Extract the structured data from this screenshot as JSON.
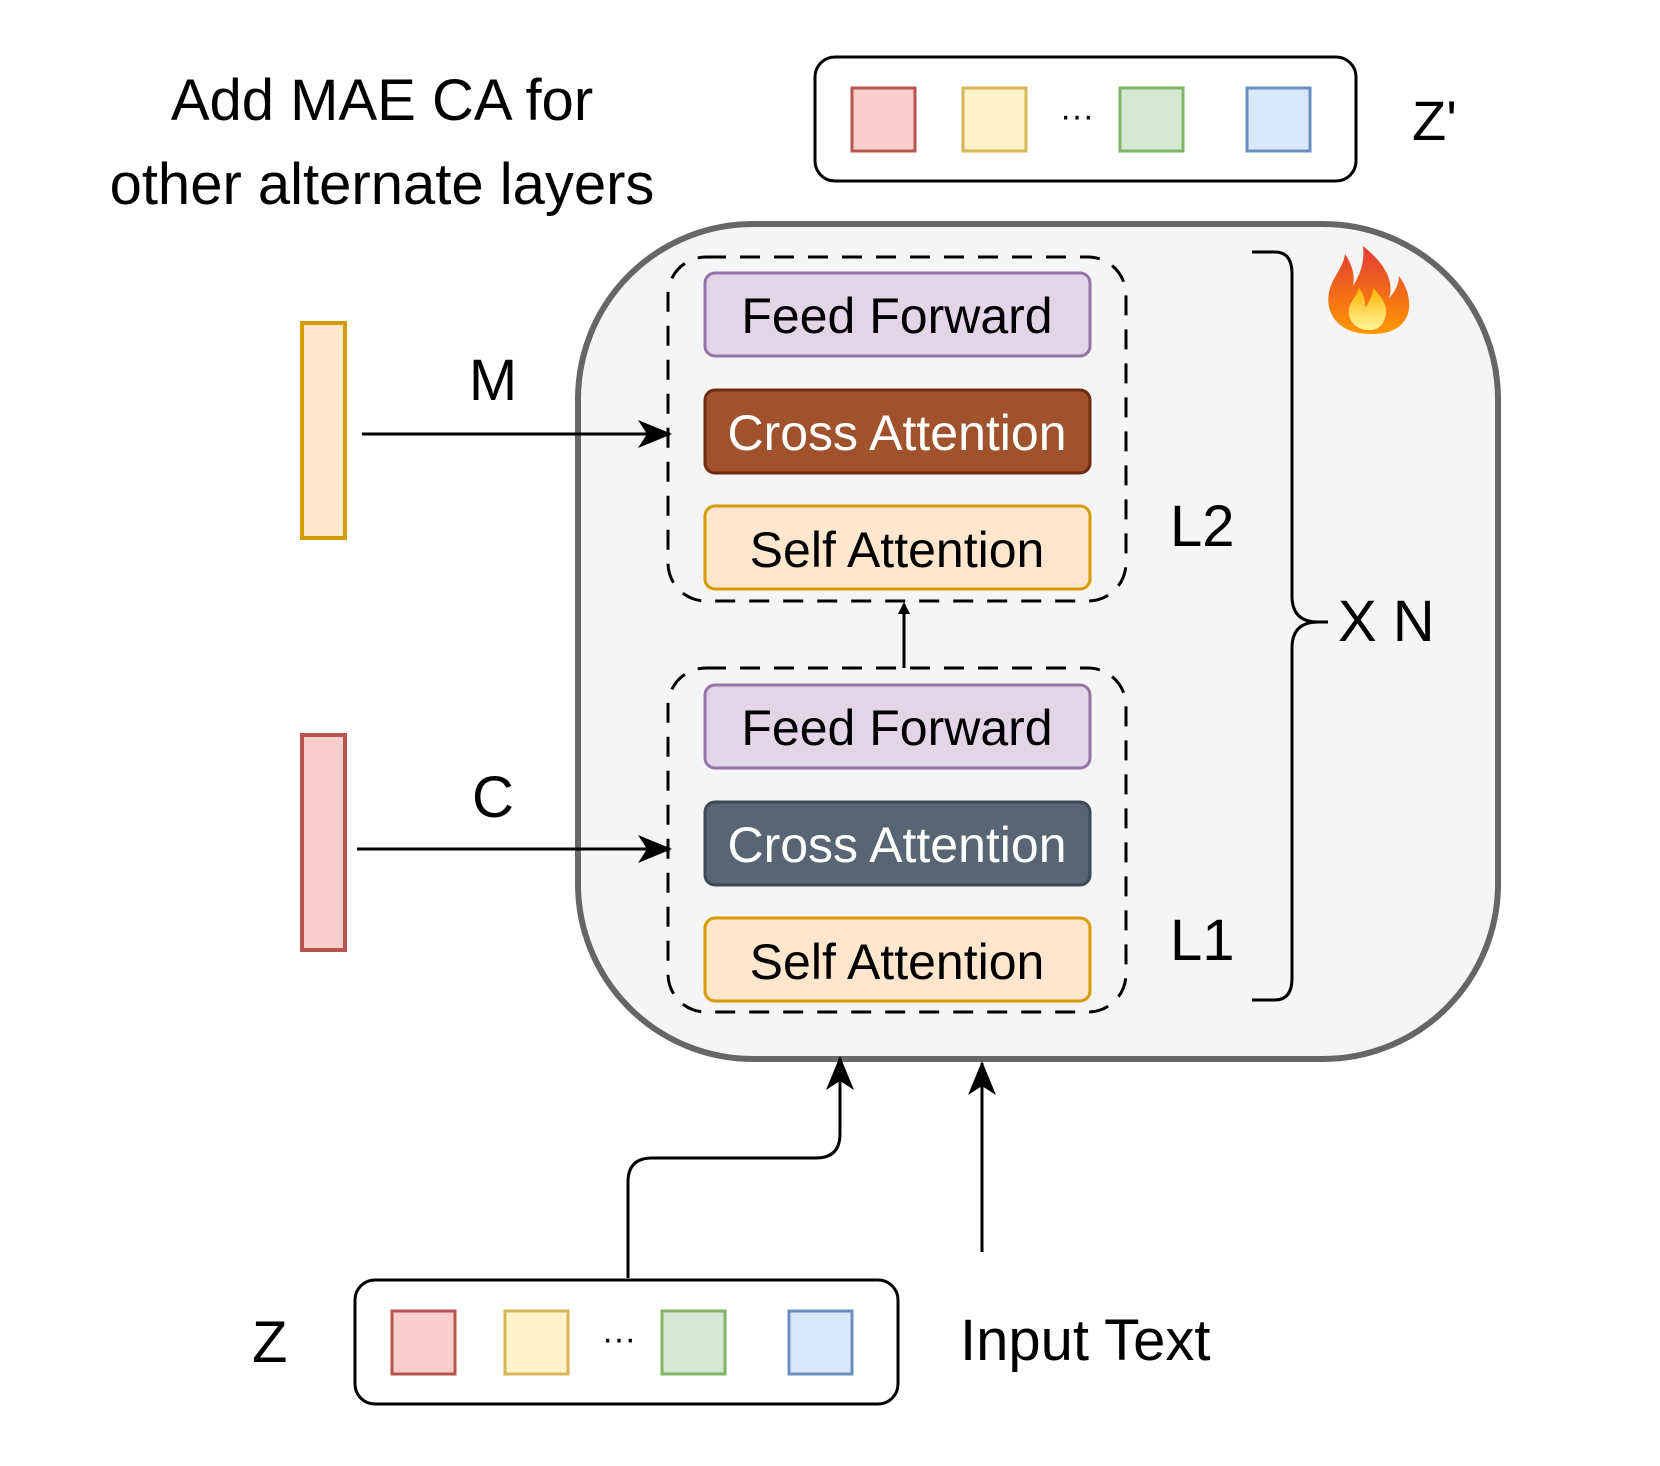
{
  "heading": {
    "line1": "Add MAE CA for",
    "line2": "other alternate layers"
  },
  "output_tokens": {
    "label": "Z'",
    "ellipsis": "···"
  },
  "input_tokens": {
    "label": "Z",
    "ellipsis": "···"
  },
  "input_text": "Input Text",
  "inputs": {
    "m": {
      "label": "M",
      "color": "#ffe6cc",
      "stroke": "#d79b00"
    },
    "c": {
      "label": "C",
      "color": "#f8cecc",
      "stroke": "#b85450"
    }
  },
  "repeat_label": "X N",
  "layer2": {
    "label": "L2",
    "feed_forward": "Feed Forward",
    "cross_attention": "Cross Attention",
    "self_attention": "Self Attention",
    "cross_attention_color": "#a0522d"
  },
  "layer1": {
    "label": "L1",
    "feed_forward": "Feed Forward",
    "cross_attention": "Cross Attention",
    "self_attention": "Self Attention",
    "cross_attention_color": "#576574"
  },
  "token_colors": [
    "#f8cecc",
    "#fff2cc",
    "#d5e8d4",
    "#dae8fc"
  ],
  "token_strokes": [
    "#b85450",
    "#d6b656",
    "#82b366",
    "#6c8ebf"
  ],
  "trainable_icon": "fire-icon"
}
